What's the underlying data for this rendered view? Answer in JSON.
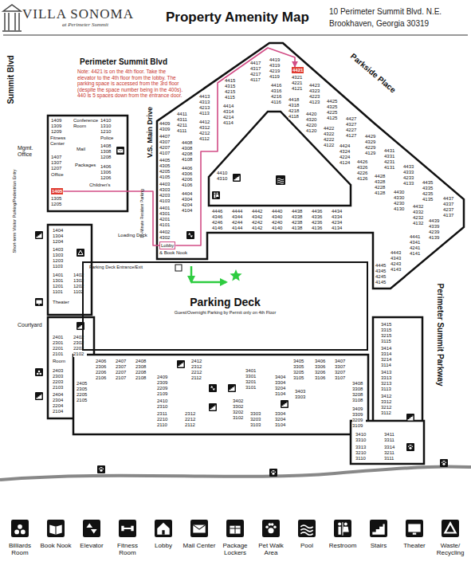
{
  "diagram": {
    "title": "Property Amenity Map",
    "nodes": [
      {
        "text": [
          "4421"
        ]
      },
      {
        "text": [
          "1405"
        ]
      },
      {
        "text": [
          "Lobby"
        ]
      },
      {
        "text": [
          "Parking Deck",
          "Guest/Overnight Parking by Permit only on 4th Floor"
        ]
      }
    ],
    "edges": [
      {
        "from": 1,
        "to": 2,
        "arrow": "none"
      },
      {
        "from": 2,
        "to": 0,
        "arrow": "to"
      }
    ],
    "labels": [
      "VILLA SONOMA",
      "at Perimeter Summit",
      "10 Perimeter Summit Blvd. N.E.",
      "Brookhaven, Georgia 30319",
      "Perimeter Summit Blvd",
      "Summit Blvd",
      "Note: 4421 is on the 4th floor. Take the elevator to the 4th floor from the lobby. The parking space is accessed from the 3rd floor (despite the space number being in the 400s). 440 is 5 spaces down from the entrance door.",
      "V.S. Main Drive",
      "Parkside Place",
      "Mgmt. Office",
      "Fitness Center",
      "1409 1309 1209",
      "Conference Room",
      "1410 1310 1210",
      "Police",
      "Mail",
      "1408 1308 1208",
      "1407 1307 1207",
      "Office",
      "Packages",
      "1406 1306 1206",
      "1305 1205",
      "Children's",
      "Short-term Visitor Parking/Pedestrian Entry",
      "15-Minute Resident Parking",
      "1404 1304 1204",
      "Loading Dock",
      "4409 4309",
      "4411 4311 4211 4111",
      "4413 4313 4213 4113",
      "4415 4315 4215 4115",
      "4417 4317 4217 4117",
      "4419 4319 4219 4119",
      "4321 4221 4121",
      "4423 4323 4223 4123",
      "4425 4325 4225 4125",
      "4427 4327 4227 4127",
      "4429 4329 4229 4129",
      "4431 4331 4231 4131",
      "4433 4333 4233 4133",
      "4435 4335 4235 4135",
      "4437 4337 4237 4137",
      "4407 4307 4207 4107",
      "4408 4308 4208 4108",
      "4412 4312 4212 4112",
      "4414 4314 4214 4114",
      "4416 4316 4216 4116",
      "4418 4318 4218 4118",
      "4420 4320 4220 4120",
      "4422 4322 4222 4122",
      "4424 4324 4224 4124",
      "4426 4326 4226 4126",
      "4428 4328 4228 4128",
      "4430 4330 4230 4130",
      "4432 4332 4232 4132",
      "4410 4310",
      "4405 4305 4205 4105",
      "4406 4306 4206 4106",
      "4403 4303 4203 4103",
      "4404 4304 4204 4104",
      "4401 4301 4201 4101",
      "4402 4302",
      "& Book Nook",
      "4446 4346 4246 4146",
      "4444 4344 4244 4144",
      "4442 4342 4242 4142",
      "4440 4340 4240 4140",
      "4438 4338 4238 4138",
      "4436 4336 4236 4136",
      "4434 4334 4234 4134",
      "4439 4339 4239 4139",
      "4441 4341 4241 4141",
      "4443 4343 4243 4143",
      "4445 4345 4245 4145",
      "1403 1303 1203 1103",
      "Parking Deck Entrance/Exit",
      "1401 1301 1201 1101",
      "1402 1302 1202 1102",
      "Theater",
      "Courtyard",
      "2401 2301 2201 2101",
      "2402 2302 2202 2102",
      "Room",
      "3415 3315 3215 3115",
      "Perimeter Summit Parkway",
      "2406 2306 2206 2106",
      "2407 2307 2207 2107",
      "2408 2308 2208 2108",
      "2412 2312 2212 2112",
      "3405 3305 3205 3105",
      "3406 3306 3206 3106",
      "3407 3307 3207 3107",
      "3414 3314 3214 3114",
      "2403 2303 2203 2103",
      "3401 3301 3201 3101",
      "2409 2309 2209 2109",
      "3404 3304 3204 3104",
      "3413 3313 3213 3113",
      "2405 2305 2205 2105",
      "2404 2304 2204 2104",
      "3408 3308 3208 3108",
      "3403 3303",
      "3412 3312 3212 3112",
      "3402 3302 3202 3102",
      "2410 2310",
      "3409 3309 3209 3109",
      "2311 2210 2110",
      "2312 2212 2112",
      "3303 3203 3103",
      "3304 3204 3104",
      "3410 3310",
      "3411 3311",
      "3313 3210 3110",
      "3314 3211 3111"
    ],
    "legend": [
      {
        "text": "Billiards Room"
      },
      {
        "text": "Book Nook"
      },
      {
        "text": "Elevator"
      },
      {
        "text": "Fitness Room"
      },
      {
        "text": "Lobby"
      },
      {
        "text": "Mail Center"
      },
      {
        "text": "Package Lockers"
      },
      {
        "text": "Pet Walk Area"
      },
      {
        "text": "Pool"
      },
      {
        "text": "Restroom"
      },
      {
        "text": "Stairs"
      },
      {
        "text": "Theater"
      },
      {
        "text": "Waste/ Recycling"
      }
    ]
  }
}
